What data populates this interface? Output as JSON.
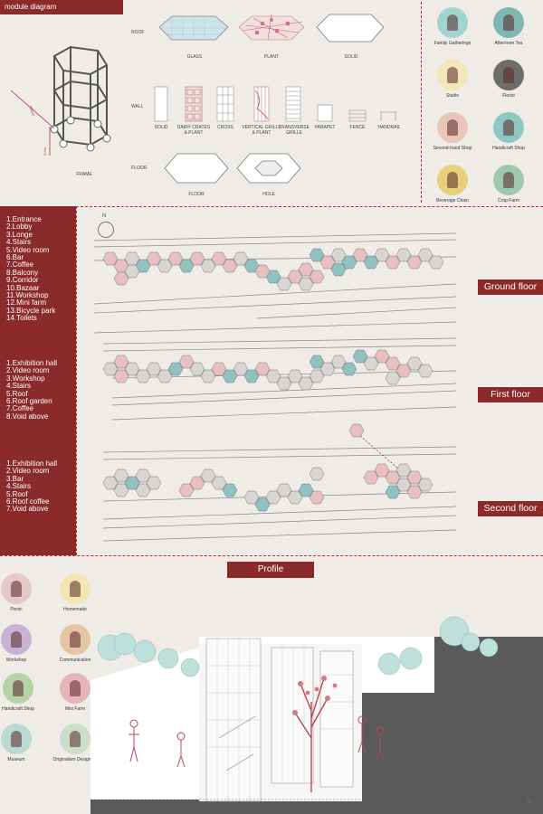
{
  "header": {
    "title": "module diagram"
  },
  "module": {
    "roof_label": "ROOF",
    "roof_items": [
      "GLASS",
      "PLANT",
      "SOLID"
    ],
    "wall_label": "WALL",
    "wall_items": [
      "SOLID",
      "DAIRY CRATES & PLANT",
      "CROSS",
      "VERTICAL GRILLE & PLANT",
      "TRANSVERSE GRILLE",
      "PARAPET",
      "FENCE",
      "HANDRAIL"
    ],
    "floor_label": "FLOOR",
    "floor_items": [
      "FLOOR",
      "HOLE"
    ],
    "frame_label": "FRAME",
    "dim_a": "50mm",
    "dim_b": "3.0m"
  },
  "activities_top": [
    "Family Gatherings",
    "Afternoon Tea",
    "Studio",
    "Florist",
    "Second-hand Shop",
    "Handicraft Shop",
    "Beverage Chain",
    "Crop Farm"
  ],
  "legend_ground": "1.Entrance\n2.Lobby\n3.Longe\n4.Stairs\n5.Video room\n6.Bar\n7.Coffee\n8.Balcony\n9.Corridor\n10.Bazaar\n11.Workshop\n12.Mini farm\n13.Bicycle park\n14.Toilets",
  "legend_first": "1.Exhibition hall\n2.Video room\n3.Workshop\n4.Stairs\n5.Roof\n6.Roof garden\n7.Coffee\n8.Void above",
  "legend_second": "1.Exhibition hall\n2.Video room\n3.Bar\n4.Stairs\n5.Roof\n6.Roof coffee\n7.Void above",
  "floors": {
    "ground": "Ground floor",
    "first": "First floor",
    "second": "Second floor"
  },
  "compass": "N",
  "profile_title": "Profile",
  "activities_profile": [
    "Picnic",
    "Homemade",
    "Workshop",
    "Communication",
    "Handicraft Shop",
    "Mini Farm",
    "Museum",
    "Originalism Designers"
  ],
  "page_number": "3",
  "colors": {
    "accent": "#8b2a2a",
    "background": "#efece8",
    "hex_pink": "#e8c0c4",
    "hex_teal": "#8fc2c0",
    "hex_grey": "#d8d5d2",
    "tree": "#bfe0da",
    "ground": "#5a5a5a"
  }
}
